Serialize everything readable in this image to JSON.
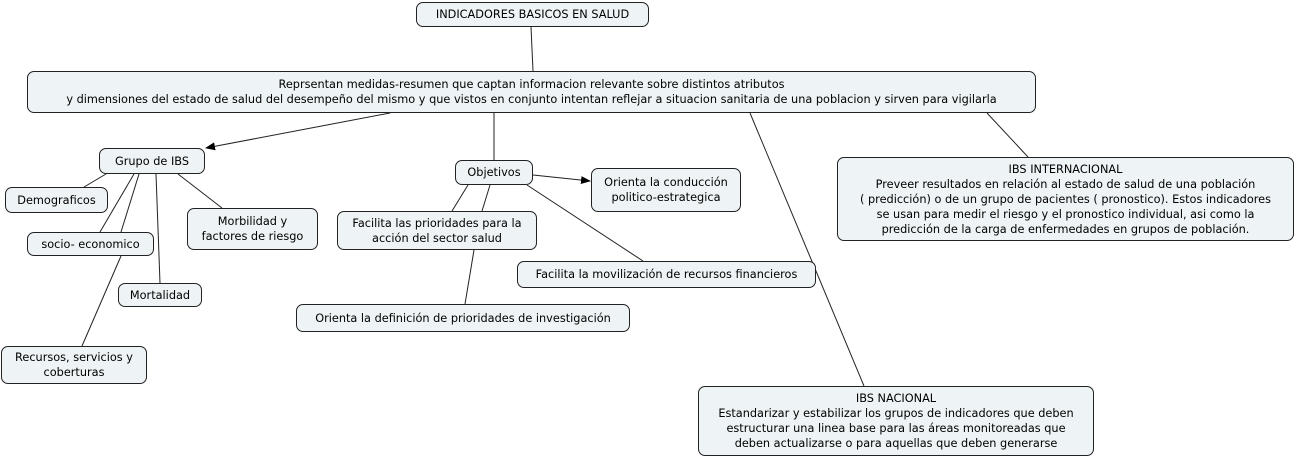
{
  "nodes": {
    "title": "INDICADORES BASICOS EN SALUD",
    "definition": {
      "line1": "Reprsentan medidas-resumen que captan informacion relevante sobre distintos atributos",
      "line2": "y dimensiones del estado de salud  del desempeño del mismo y que vistos en conjunto intentan reflejar a situacion sanitaria de una poblacion y sirven para vigilarla"
    },
    "grupo": "Grupo de IBS",
    "demograficos": "Demograficos",
    "socio": "socio- economico",
    "mortalidad": "Mortalidad",
    "recursos": {
      "line1": "Recursos, servicios y",
      "line2": "coberturas"
    },
    "morbilidad": {
      "line1": "Morbilidad y",
      "line2": "factores de riesgo"
    },
    "objetivos": "Objetivos",
    "orienta_conduccion": {
      "line1": "Orienta la conducción",
      "line2": "politico-estrategica"
    },
    "facilita_prioridades": {
      "line1": "Facilita las prioridades para la",
      "line2": "acción del sector salud"
    },
    "facilita_movilizacion": "Facilita la movilización de recursos financieros",
    "orienta_definicion": "Orienta la definición de prioridades de investigación",
    "internacional": {
      "title": "IBS INTERNACIONAL",
      "line1": "Preveer resultados en relación al estado de salud de una población",
      "line2": "( predicción) o de un grupo de pacientes ( pronostico). Estos indicadores",
      "line3": "se usan para medir el riesgo y el pronostico individual, asi como la",
      "line4": "predicción de la carga de enfermedades en grupos de población."
    },
    "nacional": {
      "title": "IBS NACIONAL",
      "line1": "Estandarizar y estabilizar los grupos de indicadores que deben",
      "line2": "estructurar una linea base para las áreas monitoreadas que",
      "line3": "deben actualizarse o para aquellas que deben generarse"
    }
  },
  "colors": {
    "node_fill": "#eef3f5",
    "line": "#222222"
  }
}
